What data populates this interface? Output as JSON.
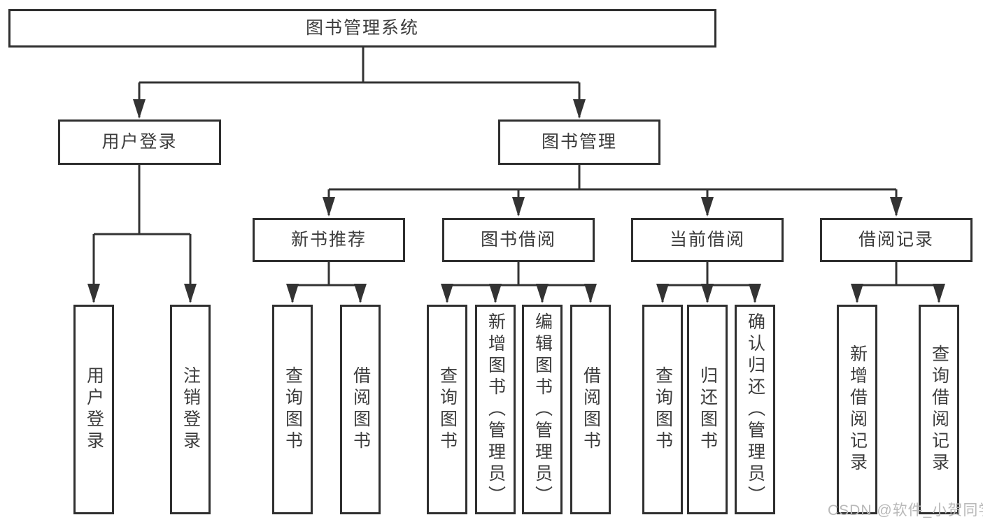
{
  "diagram": {
    "root": {
      "label": "图书管理系统"
    },
    "branches": [
      {
        "label": "用户登录",
        "children": [
          {
            "label": "用户登录"
          },
          {
            "label": "注销登录"
          }
        ]
      },
      {
        "label": "图书管理",
        "children": [
          {
            "label": "新书推荐",
            "children": [
              {
                "label": "查询图书"
              },
              {
                "label": "借阅图书"
              }
            ]
          },
          {
            "label": "图书借阅",
            "children": [
              {
                "label": "查询图书"
              },
              {
                "label": "新增图书（管理员）"
              },
              {
                "label": "编辑图书（管理员）"
              },
              {
                "label": "借阅图书"
              }
            ]
          },
          {
            "label": "当前借阅",
            "children": [
              {
                "label": "查询图书"
              },
              {
                "label": "归还图书"
              },
              {
                "label": "确认归还（管理员）"
              }
            ]
          },
          {
            "label": "借阅记录",
            "children": [
              {
                "label": "新增借阅记录"
              },
              {
                "label": "查询借阅记录"
              }
            ]
          }
        ]
      }
    ]
  },
  "watermark": {
    "text": "CSDN @软件_小贺同学"
  },
  "colors": {
    "line": "#333333",
    "box_border": "#2f2f2f",
    "text": "#3c3c3c",
    "watermark": "#b9b9b9",
    "background": "#ffffff"
  }
}
